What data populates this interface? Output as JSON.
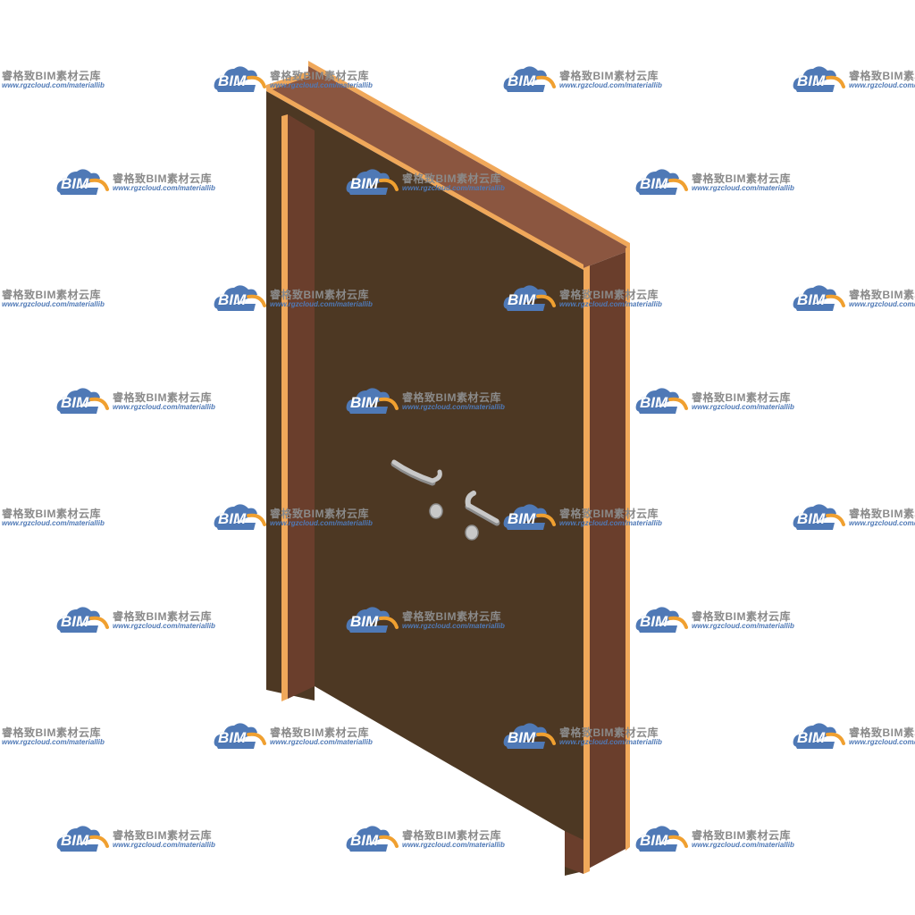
{
  "scene": {
    "object": "door",
    "colors": {
      "door_face": "#4d3823",
      "frame_side": "#6a3e2c",
      "frame_top": "#8b5640",
      "frame_edge": "#f0a85a",
      "handle": "#c8c8c8",
      "handle_shadow": "#8c8c8c"
    }
  },
  "watermark": {
    "logo_text": "BIM",
    "title": "睿格致BIM素材云库",
    "url": "www.rgzcloud.com/materiallib",
    "colors": {
      "cloud": "#4f79b6",
      "arc": "#f0a030",
      "title": "#8a8a8a",
      "url": "#4f79b6"
    },
    "icon": "cloud-icon"
  }
}
